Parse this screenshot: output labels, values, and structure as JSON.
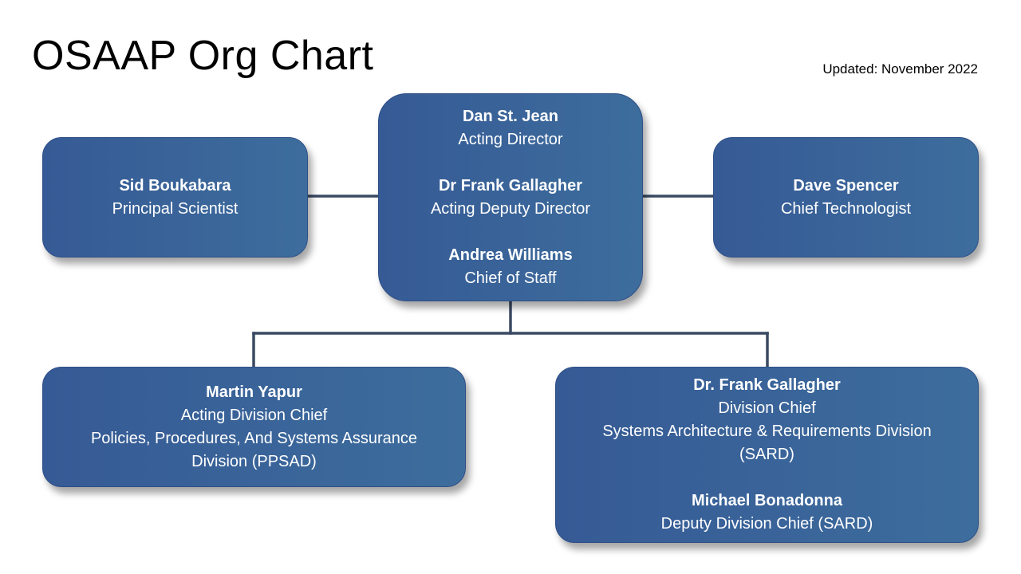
{
  "slide": {
    "title": "OSAAP Org Chart",
    "updated": "Updated: November 2022"
  },
  "colors": {
    "box_gradient_start": "#365a95",
    "box_gradient_end": "#3d6d9d",
    "box_border": "#2e4f86",
    "connector": "#3a4a63",
    "text_on_box": "#ffffff",
    "title_text": "#000000"
  },
  "boxes": {
    "director_office": {
      "people": [
        {
          "name": "Dan St. Jean",
          "roles": [
            "Acting Director"
          ]
        },
        {
          "name": "Dr Frank Gallagher",
          "roles": [
            "Acting Deputy Director"
          ]
        },
        {
          "name": "Andrea Williams",
          "roles": [
            "Chief of Staff"
          ]
        }
      ]
    },
    "principal_scientist": {
      "people": [
        {
          "name": "Sid Boukabara",
          "roles": [
            "Principal Scientist"
          ]
        }
      ]
    },
    "chief_technologist": {
      "people": [
        {
          "name": "Dave Spencer",
          "roles": [
            "Chief Technologist"
          ]
        }
      ]
    },
    "ppsad": {
      "people": [
        {
          "name": "Martin Yapur",
          "roles": [
            "Acting Division Chief",
            "Policies, Procedures, And Systems Assurance",
            "Division (PPSAD)"
          ]
        }
      ]
    },
    "sard": {
      "people": [
        {
          "name": "Dr. Frank Gallagher",
          "roles": [
            "Division Chief",
            "Systems Architecture & Requirements Division",
            "(SARD)"
          ]
        },
        {
          "name": "Michael Bonadonna",
          "roles": [
            "Deputy Division Chief (SARD)"
          ]
        }
      ]
    }
  }
}
